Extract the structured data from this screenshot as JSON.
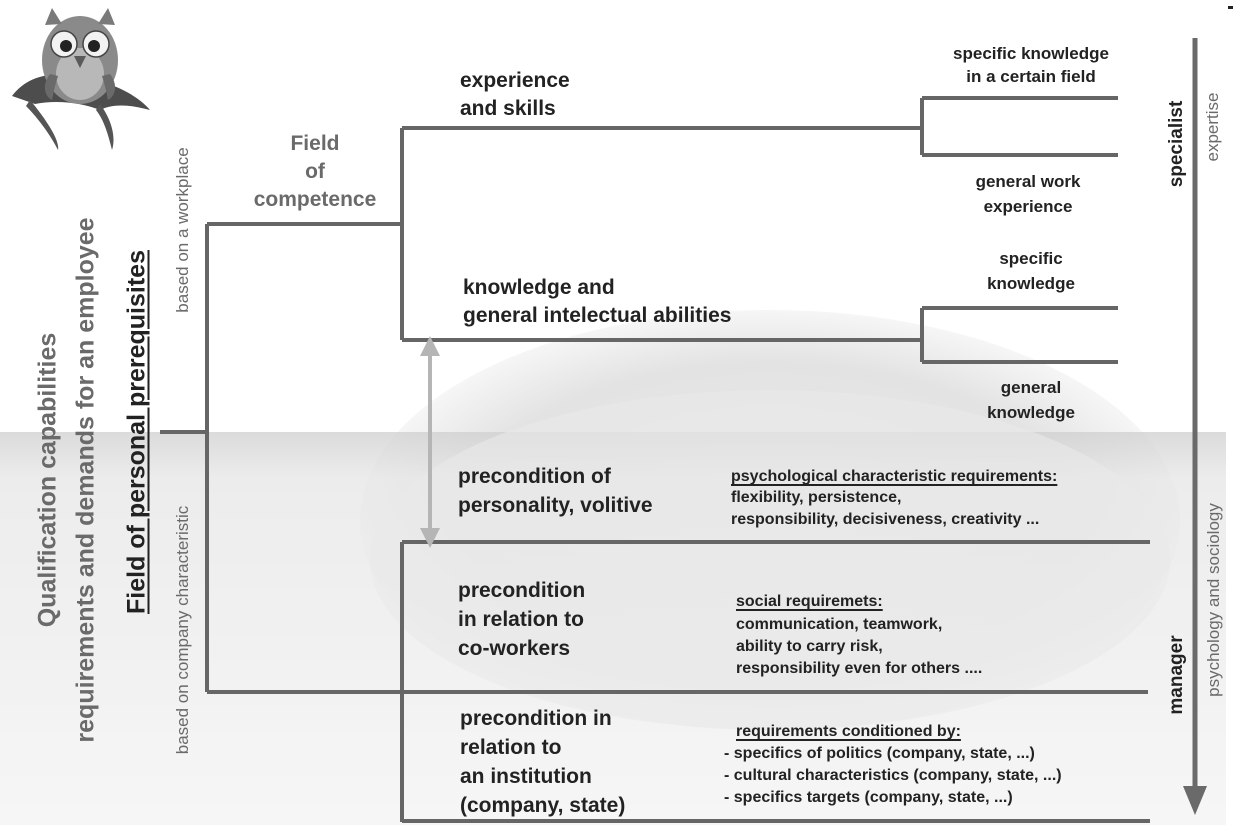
{
  "main_title_line1": "Qualification capabilities",
  "main_title_line2": "requirements and demands for an employee",
  "field_personal": "Field of personal prerequisites",
  "based_on_workplace": "based on a workplace",
  "based_on_company": "based on company characteristic",
  "field_competence": "Field\nof\ncompetence",
  "experience_skills": "experience\nand skills",
  "knowledge_abilities": "knowledge and\ngeneral intelectual abilities",
  "specific_knowledge_field": "specific knowledge\nin a certain field",
  "general_work_experience": "general work\nexperience",
  "specific_knowledge": "specific\nknowledge",
  "general_knowledge": "general\nknowledge",
  "personality": "precondition of\npersonality, volitive",
  "psych_heading": "psychological characteristic requirements:",
  "psych_items": "flexibility, persistence,\nresponsibility, decisiveness, creativity ...",
  "coworkers": "precondition\nin relation to\nco-workers",
  "social_heading": "social requiremets:",
  "social_items": "communication, teamwork,\nability to carry risk,\nresponsibility even for others ....",
  "institution": "precondition in\nrelation to\nan institution\n(company, state)",
  "inst_heading": "requirements conditioned by:",
  "inst_items": "- specifics of politics (company, state, ...)\n- cultural characteristics (company, state, ...)\n- specifics targets (company, state, ...)",
  "specialist": "specialist",
  "expertise": "expertise",
  "manager": "manager",
  "psych_sociology": "psychology and sociology"
}
